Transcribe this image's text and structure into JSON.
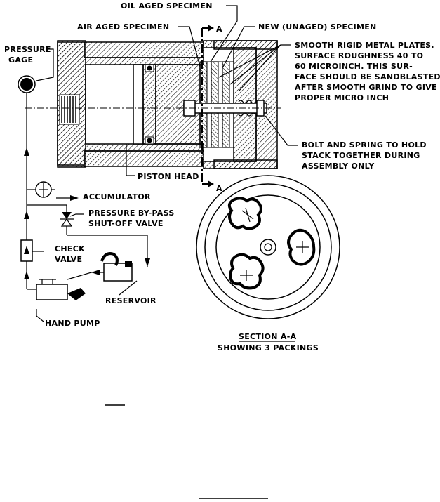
{
  "labels": {
    "oil_aged": "OIL AGED SPECIMEN",
    "air_aged": "AIR AGED SPECIMEN",
    "new_unaged": "NEW (UNAGED) SPECIMEN",
    "pressure_gage_1": "PRESSURE",
    "pressure_gage_2": "GAGE",
    "section_a_top": "A",
    "section_a_bottom": "A",
    "plates_1": "SMOOTH RIGID METAL PLATES.",
    "plates_2": "SURFACE ROUGHNESS 40 TO",
    "plates_3": "60 MICROINCH.  THIS SUR-",
    "plates_4": "FACE SHOULD BE SANDBLASTED",
    "plates_5": "AFTER SMOOTH GRIND TO GIVE",
    "plates_6": "PROPER MICRO INCH",
    "bolt_1": "BOLT AND SPRING TO HOLD",
    "bolt_2": "STACK TOGETHER DURING",
    "bolt_3": "ASSEMBLY ONLY",
    "piston_head": "PISTON HEAD",
    "accumulator": "ACCUMULATOR",
    "bypass_1": "PRESSURE BY-PASS",
    "bypass_2": "SHUT-OFF VALVE",
    "check_1": "CHECK",
    "check_2": "VALVE",
    "reservoir": "RESERVOIR",
    "hand_pump": "HAND PUMP",
    "section_title": "SECTION A-A",
    "section_sub": "SHOWING 3 PACKINGS"
  }
}
